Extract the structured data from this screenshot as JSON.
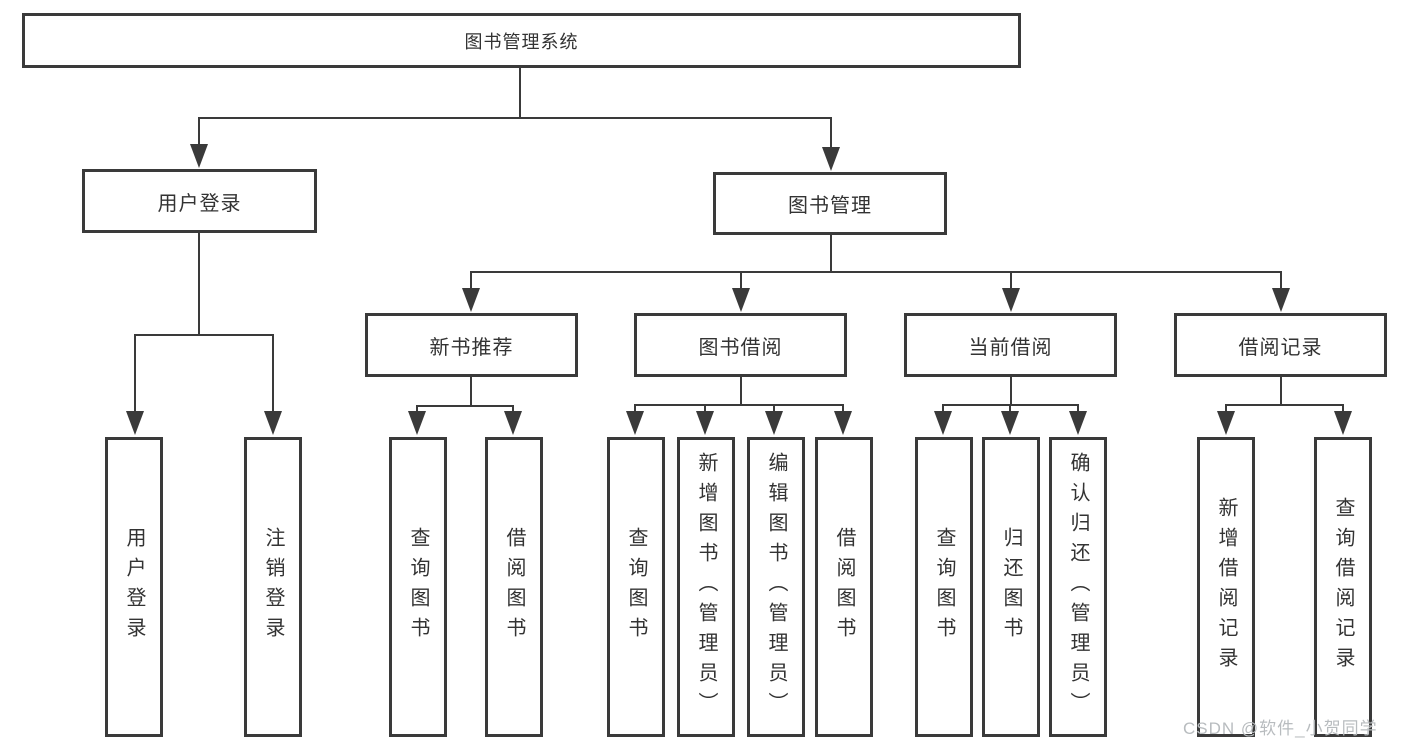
{
  "page": {
    "background": "#ffffff",
    "line_color": "#3a3a3a",
    "text_color": "#333333"
  },
  "tree": {
    "root": "图书管理系统",
    "children": [
      {
        "label": "用户登录",
        "children": [
          {
            "label": "用户登录"
          },
          {
            "label": "注销登录"
          }
        ]
      },
      {
        "label": "图书管理",
        "children": [
          {
            "label": "新书推荐",
            "children": [
              {
                "label": "查询图书"
              },
              {
                "label": "借阅图书"
              }
            ]
          },
          {
            "label": "图书借阅",
            "children": [
              {
                "label": "查询图书"
              },
              {
                "label": "新增图书（管理员）"
              },
              {
                "label": "编辑图书（管理员）"
              },
              {
                "label": "借阅图书"
              }
            ]
          },
          {
            "label": "当前借阅",
            "children": [
              {
                "label": "查询图书"
              },
              {
                "label": "归还图书"
              },
              {
                "label": "确认归还（管理员）"
              }
            ]
          },
          {
            "label": "借阅记录",
            "children": [
              {
                "label": "新增借阅记录"
              },
              {
                "label": "查询借阅记录"
              }
            ]
          }
        ]
      }
    ]
  },
  "watermark": {
    "text": "CSDN @软件_小贺同学",
    "color": "#b8bcbf"
  }
}
